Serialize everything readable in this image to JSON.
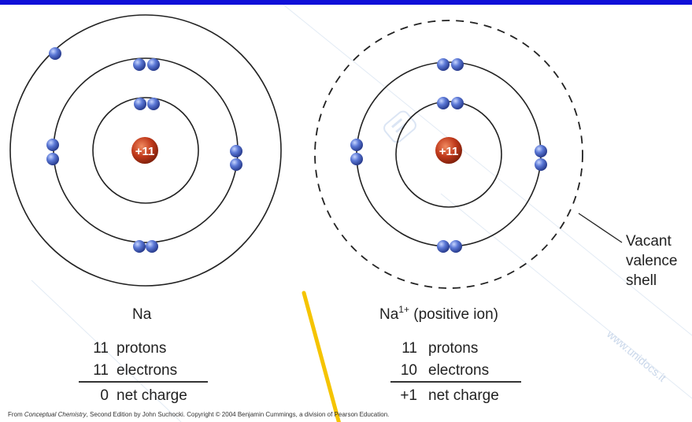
{
  "atoms": [
    {
      "symbol": "Na",
      "superscript": "",
      "suffix": "",
      "nucleus_label": "+11",
      "shells": [
        {
          "electrons": 2,
          "style": "solid"
        },
        {
          "electrons": 8,
          "style": "solid"
        },
        {
          "electrons": 1,
          "style": "solid"
        }
      ],
      "summary": {
        "protons": {
          "value": "11",
          "label": "protons"
        },
        "electrons": {
          "value": "11",
          "label": "electrons"
        },
        "net": {
          "value": "0",
          "label": "net charge"
        }
      }
    },
    {
      "symbol": "Na",
      "superscript": "1+",
      "suffix": " (positive ion)",
      "nucleus_label": "+11",
      "shells": [
        {
          "electrons": 2,
          "style": "solid"
        },
        {
          "electrons": 8,
          "style": "solid"
        },
        {
          "electrons": 0,
          "style": "dashed"
        }
      ],
      "summary": {
        "protons": {
          "value": "11",
          "label": "protons"
        },
        "electrons": {
          "value": "10",
          "label": "electrons"
        },
        "net": {
          "value": "+1",
          "label": "net charge"
        }
      }
    }
  ],
  "callout": [
    "Vacant",
    "valence",
    "shell"
  ],
  "credit": {
    "prefix": "From ",
    "title": "Conceptual Chemistry",
    "rest": ", Second Edition by John Suchocki. Copyright © 2004 Benjamin Cummings, a division of Pearson Education."
  },
  "watermark": "www.unidocs.it",
  "colors": {
    "background": "#1010d8",
    "nucleus": "#c0391b",
    "electron": "#4a66c4",
    "annotation_stroke": "#f5c400"
  }
}
